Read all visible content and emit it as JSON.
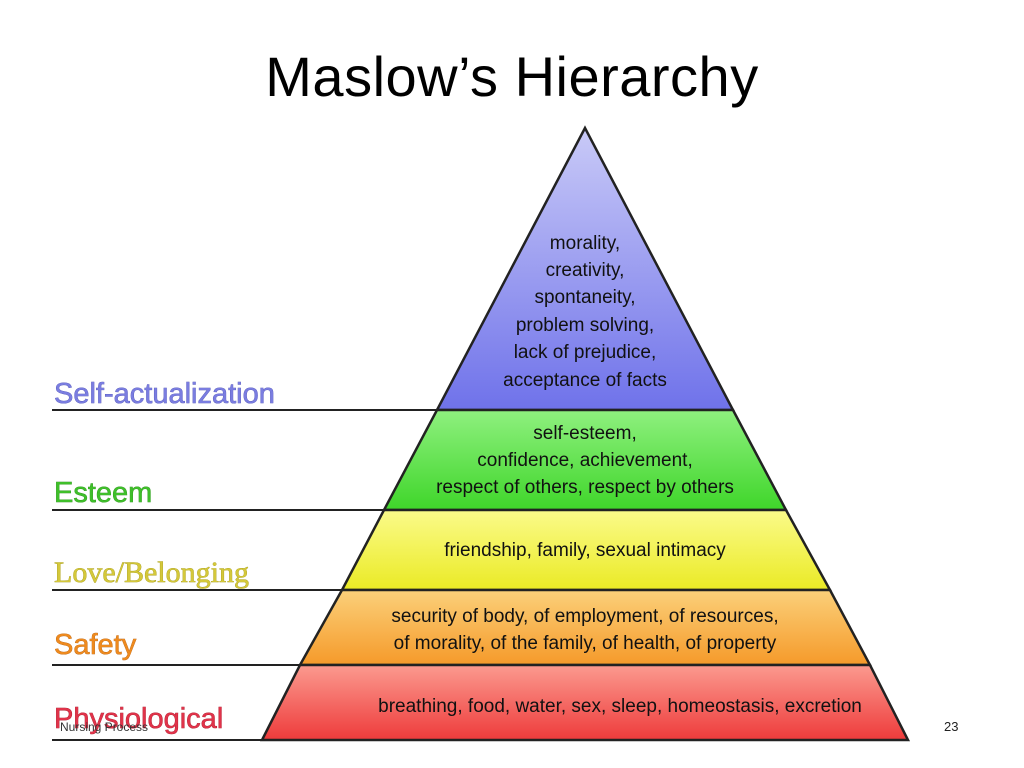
{
  "slide": {
    "title": "Maslow’s Hierarchy",
    "footer_left": "Nursing Process",
    "page_number": "23"
  },
  "levels": [
    {
      "name": "Self-actualization",
      "label_color": "#7a7de0",
      "fill": "#7b7ef0",
      "lines": [
        "morality,",
        "creativity,",
        "spontaneity,",
        "problem solving,",
        "lack of prejudice,",
        "acceptance of facts"
      ]
    },
    {
      "name": "Esteem",
      "label_color": "#3fbf2a",
      "fill": "#4fe03a",
      "lines": [
        "self-esteem,",
        "confidence, achievement,",
        "respect of others, respect by others"
      ]
    },
    {
      "name": "Love/Belonging",
      "label_color": "#d4c83a",
      "fill": "#f2f23a",
      "lines": [
        "friendship, family, sexual intimacy"
      ]
    },
    {
      "name": "Safety",
      "label_color": "#ee8a1e",
      "fill": "#f7a93a",
      "lines": [
        "security of body, of employment, of resources,",
        "of morality, of the family, of health, of property"
      ]
    },
    {
      "name": "Physiological",
      "label_color": "#e0334a",
      "fill": "#f25a5a",
      "lines": [
        "breathing, food, water, sex, sleep, homeostasis, excretion"
      ]
    }
  ]
}
